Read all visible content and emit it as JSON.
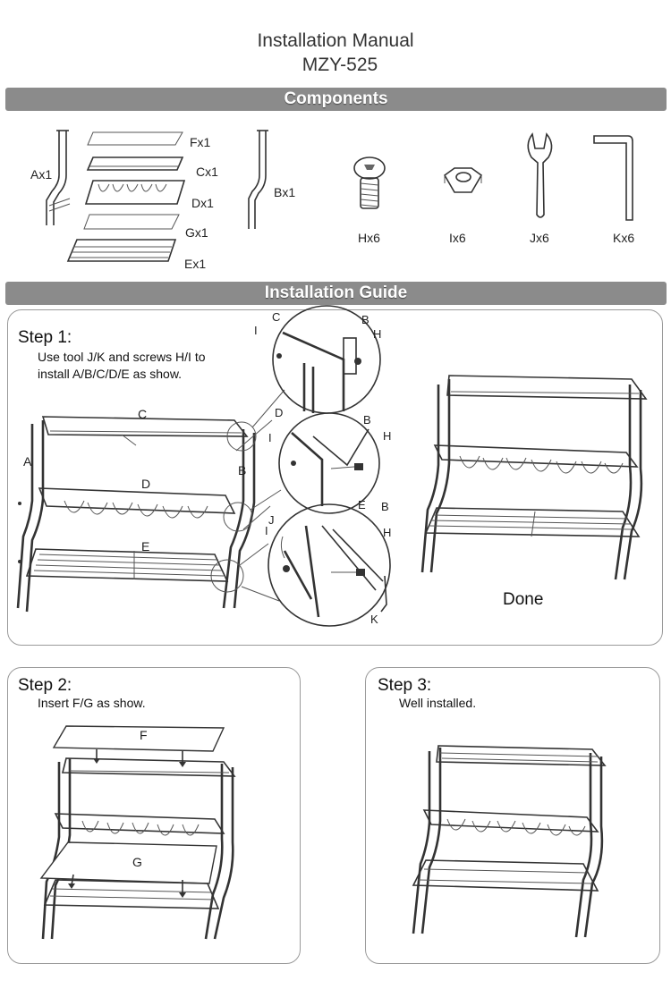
{
  "header": {
    "title": "Installation Manual",
    "model": "MZY-525"
  },
  "sections": {
    "components": "Components",
    "guide": "Installation Guide"
  },
  "components": {
    "a": "Ax1",
    "b": "Bx1",
    "c": "Cx1",
    "d": "Dx1",
    "e": "Ex1",
    "f": "Fx1",
    "g": "Gx1",
    "h": "Hx6",
    "i": "Ix6",
    "j": "Jx6",
    "k": "Kx6"
  },
  "step1": {
    "title": "Step 1:",
    "line1": "Use tool J/K and screws H/I to",
    "line2": "install A/B/C/D/E as show.",
    "labels": {
      "a": "A",
      "b": "B",
      "c": "C",
      "d": "D",
      "e": "E",
      "z1c": "C",
      "z1b": "B",
      "z1i": "I",
      "z1h": "H",
      "z2d": "D",
      "z2b": "B",
      "z2i": "I",
      "z2h": "H",
      "z3j": "J",
      "z3e": "E",
      "z3b": "B",
      "z3i": "I",
      "z3h": "H",
      "z3k": "K"
    },
    "done": "Done"
  },
  "step2": {
    "title": "Step 2:",
    "desc": "Insert F/G  as show.",
    "f": "F",
    "g": "G"
  },
  "step3": {
    "title": "Step 3:",
    "desc": "Well installed."
  }
}
